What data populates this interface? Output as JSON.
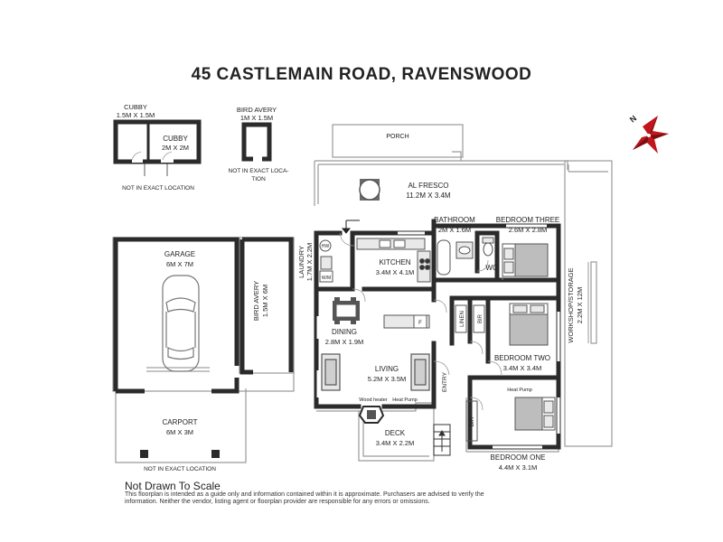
{
  "title": "45 CASTLEMAIN ROAD,  RAVENSWOOD",
  "rooms": {
    "cubby_small": {
      "name": "CUBBY",
      "size": "1.5M X 1.5M"
    },
    "cubby_large": {
      "name": "CUBBY",
      "size": "2M X 2M"
    },
    "bird_avery_small": {
      "name": "BIRD AVERY",
      "size": "1M X 1.5M"
    },
    "porch": {
      "name": "PORCH"
    },
    "al_fresco": {
      "name": "AL FRESCO",
      "size": "11.2M X 3.4M"
    },
    "bathroom": {
      "name": "BATHROOM",
      "size": "2M X 1.6M"
    },
    "bedroom_three": {
      "name": "BEDROOM THREE",
      "size": "2.6M X 2.8M"
    },
    "wc": {
      "name": "WC"
    },
    "kitchen": {
      "name": "KITCHEN",
      "size": "3.4M X 4.1M"
    },
    "laundry": {
      "name": "LAUNDRY",
      "size": "1.7M X 2.2M"
    },
    "garage": {
      "name": "GARAGE",
      "size": "6M X 7M"
    },
    "bird_avery_large": {
      "name": "BIRD AVERY",
      "size": "1.5M X 6M"
    },
    "dining": {
      "name": "DINING",
      "size": "2.8M X 1.9M"
    },
    "living": {
      "name": "LIVING",
      "size": "5.2M X 3.5M"
    },
    "linen": {
      "name": "LINEN"
    },
    "bir_two": {
      "name": "BIR"
    },
    "bedroom_two": {
      "name": "BEDROOM TWO",
      "size": "3.4M X 3.4M"
    },
    "workshop": {
      "name": "WORKSHOP/STORAGE",
      "size": "2.2M X 12M"
    },
    "entry": {
      "name": "ENTRY"
    },
    "bir_one": {
      "name": "BIR"
    },
    "bedroom_one": {
      "name": "BEDROOM ONE",
      "size": "4.4M X 3.1M"
    },
    "carport": {
      "name": "CARPORT",
      "size": "6M X 3M"
    },
    "deck": {
      "name": "DECK",
      "size": "3.4M X 2.2M"
    }
  },
  "fixtures": {
    "hw": "HW",
    "wm": "W/M",
    "fridge": "F",
    "wood_heater": "Wood heater",
    "heat_pump_living": "Heat Pump",
    "heat_pump_bed": "Heat Pump"
  },
  "notes": {
    "not_exact_cubby": "NOT IN EXACT LOCATION",
    "not_exact_avery_line1": "NOT IN EXACT LOCA-",
    "not_exact_avery_line2": "TION",
    "not_exact_carport": "NOT IN EXACT LOCATION",
    "not_to_scale": "Not Drawn To Scale",
    "disclaimer": "This floorplan is intended as a guide only and information contained within it is approximate. Purchasers are advised to verify the information. Neither the vendor, listing agent or floorplan provider are responsible for any errors or omissions."
  },
  "compass": {
    "label": "N",
    "color": "#c0161c"
  },
  "colors": {
    "wall": "#2b2b2b",
    "outdoor_line": "#9a9a9a",
    "fixture": "#bdbdbd",
    "furniture": "#555555"
  }
}
